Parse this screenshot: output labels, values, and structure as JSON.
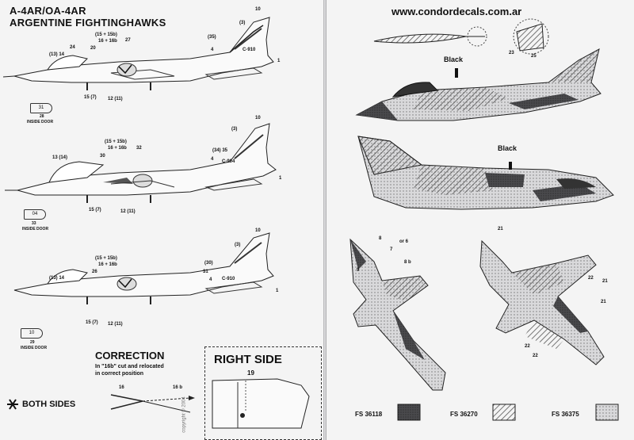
{
  "left": {
    "title_line1": "A-4AR/OA-4AR",
    "title_line2": "ARGENTINE FIGHTINGHAWKS",
    "profiles": [
      {
        "callouts": {
          "c1": "10",
          "c2": "(3)",
          "c3": "(15 + 15b)",
          "c4": "16 + 16b",
          "c5": "20",
          "c6": "27",
          "c7": "(13) 14",
          "c8": "24",
          "c9": "(35)",
          "c10": "C-910",
          "c11": "4",
          "c12": "1",
          "c13": "12 (11)",
          "c14": "15 (7)"
        },
        "door_number": "31",
        "door_num2": "28",
        "door_caption": "INSIDE DOOR"
      },
      {
        "callouts": {
          "c1": "10",
          "c2": "(3)",
          "c3": "(15 + 15b)",
          "c4": "16 + 16b",
          "c5": "30",
          "c6": "32",
          "c7": "13 (14)",
          "c8": "(34) 35",
          "c9": "C-904",
          "c10": "4",
          "c11": "1",
          "c12": "12 (11)",
          "c13": "15 (7)"
        },
        "door_number": "04",
        "door_num2": "33",
        "door_caption": "INSIDE DOOR"
      },
      {
        "callouts": {
          "c1": "10",
          "c2": "(3)",
          "c3": "(15 + 15b)",
          "c4": "16 + 16b",
          "c5": "26",
          "c6": "(13) 14",
          "c7": "(30)",
          "c8": "31",
          "c9": "C-910",
          "c10": "4",
          "c11": "1",
          "c12": "12 (11)",
          "c13": "15 (7)"
        },
        "door_number": "10",
        "door_num2": "29",
        "door_caption": "INSIDE DOOR"
      }
    ],
    "correction": {
      "heading": "CORRECTION",
      "line1": "In \"16b\" cut and relocated",
      "line2": "in correct position",
      "label_a": "16",
      "label_b": "16 b"
    },
    "both_sides": "BOTH SIDES",
    "right_side": {
      "heading": "RIGHT SIDE",
      "callout": "19"
    },
    "copyright": "copyright © 2004"
  },
  "right": {
    "url": "www.condordecals.com.ar",
    "black_label_1": "Black",
    "black_label_2": "Black",
    "plan_callouts": {
      "a": "8",
      "b": "7",
      "c": "or 6",
      "d": "8 b",
      "e": "9",
      "f": "21",
      "g": "22",
      "h": "21",
      "i": "21",
      "j": "22",
      "k": "22"
    },
    "detail_callouts": {
      "a": "23",
      "b": "25"
    },
    "swatches": [
      {
        "code": "FS 36118",
        "color": "#3e3e40"
      },
      {
        "code": "FS 36270",
        "color": "#8a8a8d"
      },
      {
        "code": "FS 36375",
        "color": "#cdcdcf"
      }
    ]
  }
}
